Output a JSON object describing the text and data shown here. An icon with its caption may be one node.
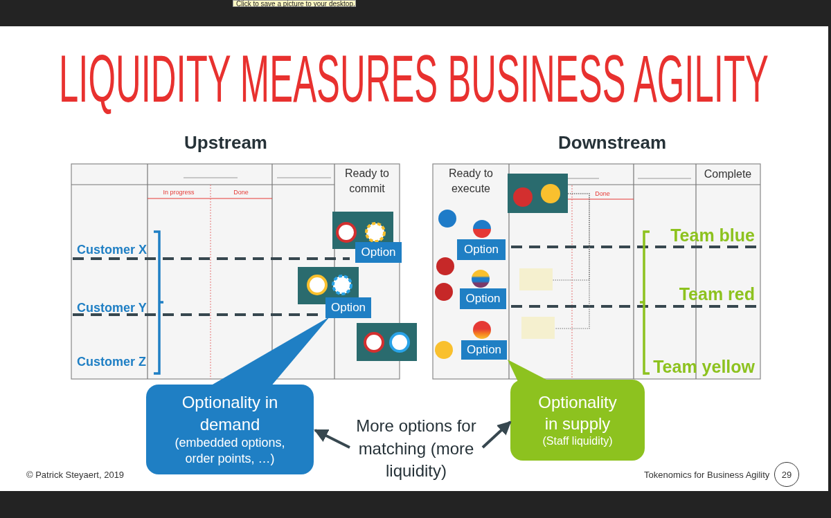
{
  "diagram": {
    "title": "LIQUIDITY MEASURES BUSINESS AGILITY",
    "nodes": [
      {
        "text": [
          "Optionality in demand",
          "(embedded options, order points, …)"
        ]
      },
      {
        "text": [
          "More options for matching (more liquidity)"
        ]
      },
      {
        "text": [
          "Optionality in supply",
          "(Staff liquidity)"
        ]
      },
      {
        "text": [],
        "shape": "box"
      },
      {
        "text": [],
        "shape": "box"
      },
      {
        "text": [],
        "shape": "box"
      },
      {
        "text": [],
        "shape": "box"
      },
      {
        "text": [],
        "shape": "box"
      },
      {
        "text": [],
        "shape": "box"
      }
    ],
    "edges": [
      {
        "from": 1,
        "to": 0,
        "arrow": "to",
        "style": "thick"
      },
      {
        "from": 1,
        "to": 2,
        "arrow": "to",
        "style": "thick"
      },
      {
        "from": 3,
        "to": 4,
        "arrow": "none",
        "style": "dashed",
        "color": "#757575"
      },
      {
        "from": 3,
        "to": 5,
        "arrow": "none",
        "style": "dashed",
        "color": "#757575"
      }
    ],
    "labels": [
      "Click to save a picture to your desktop.",
      "Upstream",
      "Downstream",
      "Ready to commit",
      "In progress",
      "Done",
      "Customer X",
      "Option",
      "Customer Y",
      "Option",
      "Customer Z",
      "Ready to execute",
      "Done",
      "Complete",
      "Team blue",
      "Option",
      "Option",
      "Team red",
      "Option",
      "Team yellow",
      "© Patrick Steyaert, 2019",
      "Tokenomics for Business Agility",
      "29"
    ]
  }
}
